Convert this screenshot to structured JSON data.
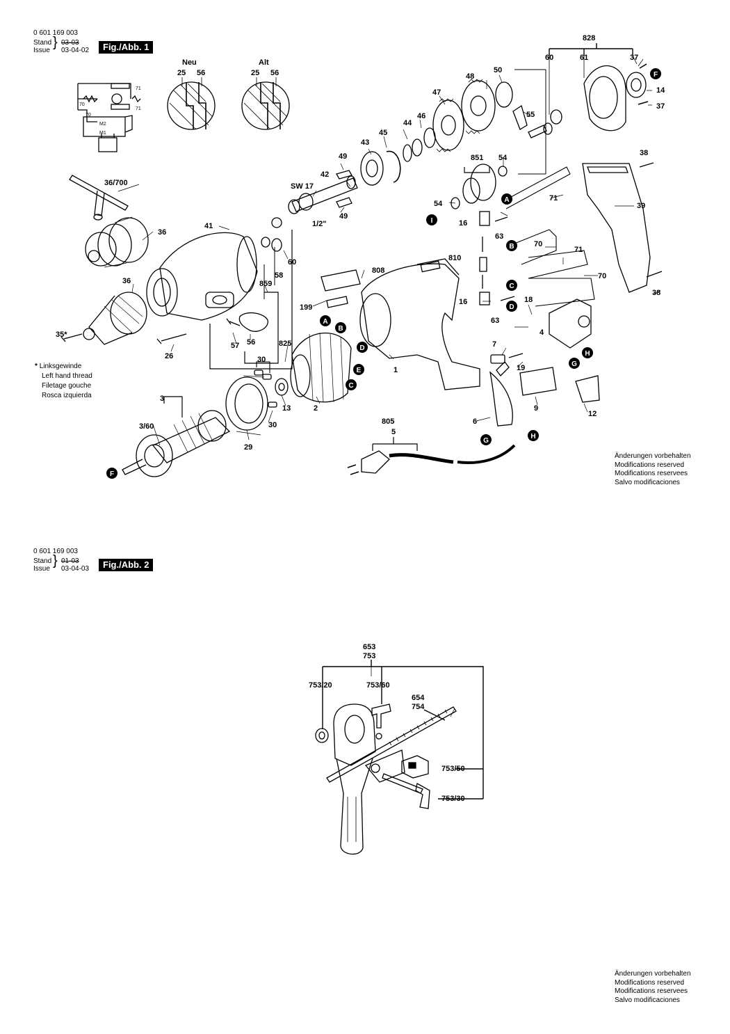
{
  "figure1": {
    "part_number": "0 601 169 003",
    "stand_label": "Stand",
    "issue_label": "Issue",
    "stand_old": "03-03",
    "issue_date": "03-04-02",
    "fig_label": "Fig./Abb. 1",
    "neu_label": "Neu",
    "alt_label": "Alt",
    "notes": {
      "star": "*",
      "linksgewinde": "Linksgewinde",
      "left_hand": "Left hand thread",
      "filetage": "Filetage gouche",
      "rosca": "Rosca izquierda"
    },
    "modifications": [
      "Änderungen vorbehalten",
      "Modifications reserved",
      "Modifications reservees",
      "Salvo modificaciones"
    ],
    "labels": {
      "p828": "828",
      "p60a": "60",
      "p61": "61",
      "p37a": "37",
      "p14": "14",
      "p37b": "37",
      "p50": "50",
      "p48": "48",
      "p47": "47",
      "p55": "55",
      "p46": "46",
      "p44": "44",
      "p45": "45",
      "p43": "43",
      "p49a": "49",
      "p42": "42",
      "sw17": "SW 17",
      "half": "1/2\"",
      "p49b": "49",
      "p851": "851",
      "p54a": "54",
      "p54b": "54",
      "p71a": "71",
      "p16a": "16",
      "p63a": "63",
      "p38a": "38",
      "p39": "39",
      "p38b": "38",
      "p70a": "70",
      "p71b": "71",
      "p70b": "70",
      "p810": "810",
      "p808": "808",
      "p199": "199",
      "p16b": "16",
      "p63b": "63",
      "p18": "18",
      "p4": "4",
      "p7": "7",
      "p19": "19",
      "p9": "9",
      "p12": "12",
      "p6": "6",
      "p1": "1",
      "p805": "805",
      "p5": "5",
      "p36_700": "36/700",
      "p36a": "36",
      "p36b": "36",
      "p41": "41",
      "p60b": "60",
      "p58": "58",
      "p859": "859",
      "p35": "35*",
      "p26": "26",
      "p57": "57",
      "p56": "56",
      "p825": "825",
      "p30a": "30",
      "p2": "2",
      "p13": "13",
      "p30b": "30",
      "p29": "29",
      "p3": "3",
      "p3_60": "3/60",
      "neu25": "25",
      "neu56": "56",
      "alt25": "25",
      "alt56": "56",
      "s71a": "71",
      "s70a": "70",
      "s71b": "71",
      "s70b": "70",
      "m2": "M2",
      "m1": "M1"
    },
    "markers": {
      "A": "A",
      "B": "B",
      "C": "C",
      "D": "D",
      "E": "E",
      "F": "F",
      "G": "G",
      "H": "H",
      "I": "I"
    }
  },
  "figure2": {
    "part_number": "0 601 169 003",
    "stand_label": "Stand",
    "issue_label": "Issue",
    "stand_old": "01-03",
    "issue_date": "03-04-03",
    "fig_label": "Fig./Abb. 2",
    "labels": {
      "p653": "653",
      "p753": "753",
      "p753_20": "753/20",
      "p753_60": "753/60",
      "p654": "654",
      "p754": "754",
      "p753_50": "753/50",
      "p753_30": "753/30"
    },
    "modifications": [
      "Änderungen vorbehalten",
      "Modifications reserved",
      "Modifications reservees",
      "Salvo modificaciones"
    ]
  }
}
